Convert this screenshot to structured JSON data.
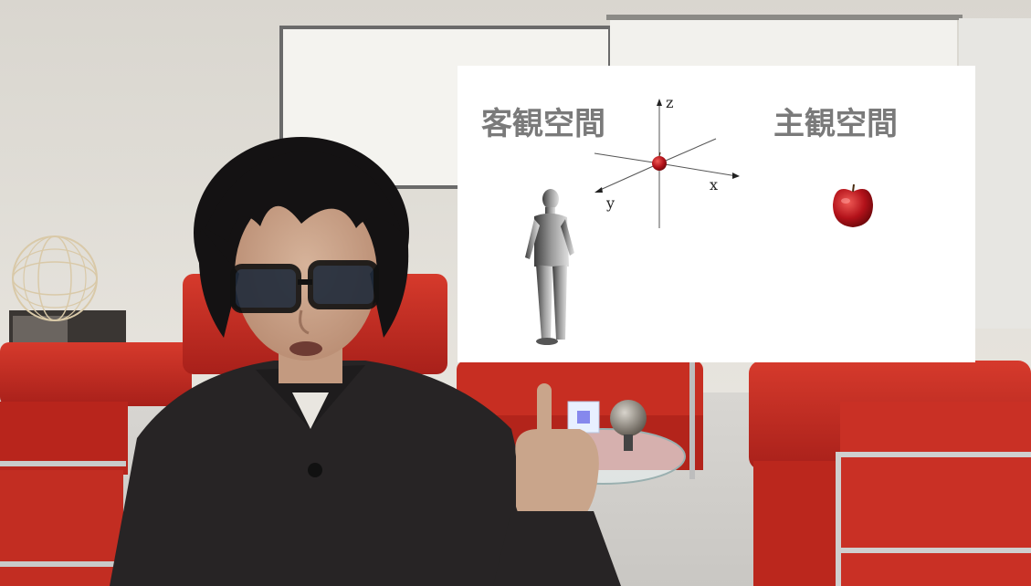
{
  "slide": {
    "heading_objective": "客観空間",
    "heading_subjective": "主観空間",
    "axis_z": "z",
    "axis_x": "x",
    "axis_y": "y"
  },
  "colors": {
    "slide_background": "#ffffff",
    "heading_text": "#7a7a7a",
    "apple_red": "#b3121a",
    "sofa_red": "#c8281f",
    "wall": "#e6e2da"
  }
}
